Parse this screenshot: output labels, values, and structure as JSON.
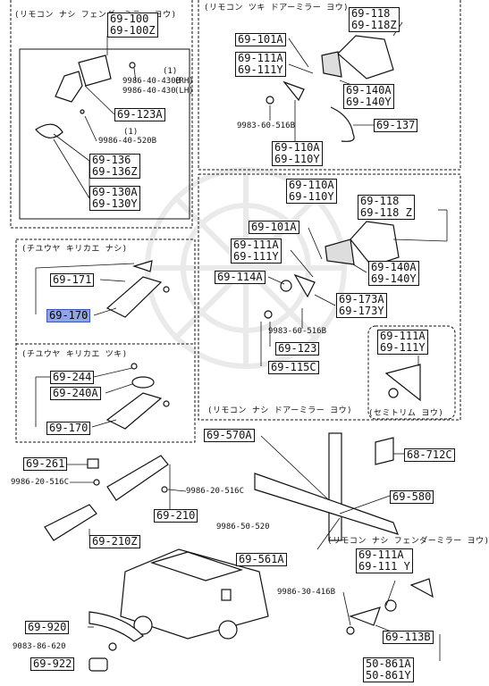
{
  "headers": {
    "top_left": "(リモコン ナシ フェンダーミラー ヨウ)",
    "top_right": "(リモコン ツキ ドアーミラー ヨウ)",
    "mid_left_1": "(チユウヤ キリカエ ナシ)",
    "mid_left_2": "(チユウヤ キリカエ ツキ)",
    "mid_right_bottom": "(リモコン ナシ ドアーミラー ヨウ)",
    "semi_trim": "(セミトリム ヨウ)",
    "bottom_right": "(リモコン ナシ フェンダーミラー ヨウ)"
  },
  "fender_mirror": {
    "p69_100": "69-100",
    "p69_100z": "69-100Z",
    "bolt_rh": "9986-40-430B",
    "bolt_lh": "9986-40-430",
    "qty1": "(1)",
    "rh": "(RH)",
    "lh": "(LH)",
    "p69_123a": "69-123A",
    "qty2": "(1)",
    "bolt_520b": "9986-40-520B",
    "p69_136": "69-136",
    "p69_136z": "69-136Z",
    "p69_130a": "69-130A",
    "p69_130y": "69-130Y"
  },
  "remote_door_mirror": {
    "p69_101a": "69-101A",
    "p69_118": "69-118",
    "p69_118z": "69-118Z",
    "p69_111a": "69-111A",
    "p69_111y": "69-111Y",
    "p69_140a": "69-140A",
    "p69_140y": "69-140Y",
    "bolt_516b": "9983-60-516B",
    "p69_137": "69-137",
    "p69_110a": "69-110A",
    "p69_110y": "69-110Y"
  },
  "sun_visor_plain": {
    "p69_171": "69-171",
    "p69_170": "69-170"
  },
  "sun_visor_switch": {
    "p69_244": "69-244",
    "p69_240a": "69-240A",
    "p69_170": "69-170"
  },
  "manual_door_mirror": {
    "p69_110a": "69-110A",
    "p69_110y": "69-110Y",
    "p69_118": "69-118",
    "p69_118z": "69-118 Z",
    "p69_101a": "69-101A",
    "p69_111a": "69-111A",
    "p69_111y": "69-111Y",
    "p69_140a": "69-140A",
    "p69_140y": "69-140Y",
    "p69_114a": "69-114A",
    "p69_173a": "69-173A",
    "p69_173y": "69-173Y",
    "bolt_516b": "9983-60-516B",
    "p69_123": "69-123",
    "p69_115c": "69-115C",
    "semi_111a": "69-111A",
    "semi_111y": "69-111Y"
  },
  "interior": {
    "p69_261": "69-261",
    "screw_516c_a": "9986-20-516C",
    "screw_516c_b": "9986-20-516C",
    "p69_210": "69-210",
    "p69_210z": "69-210Z",
    "p69_570a": "69-570A",
    "p68_712c": "68-712C",
    "p69_580": "69-580",
    "bolt_520": "9986-50-520",
    "p69_561a": "69-561A",
    "p69_111a": "69-111A",
    "p69_111y": "69-111 Y",
    "bolt_416b": "9986-30-416B",
    "p69_113b": "69-113B",
    "p69_920": "69-920",
    "screw_620": "9083-86-620",
    "p69_922": "69-922",
    "p50_861a": "50-861A",
    "p50_861y": "50-861Y"
  },
  "selected_part": "69-170"
}
